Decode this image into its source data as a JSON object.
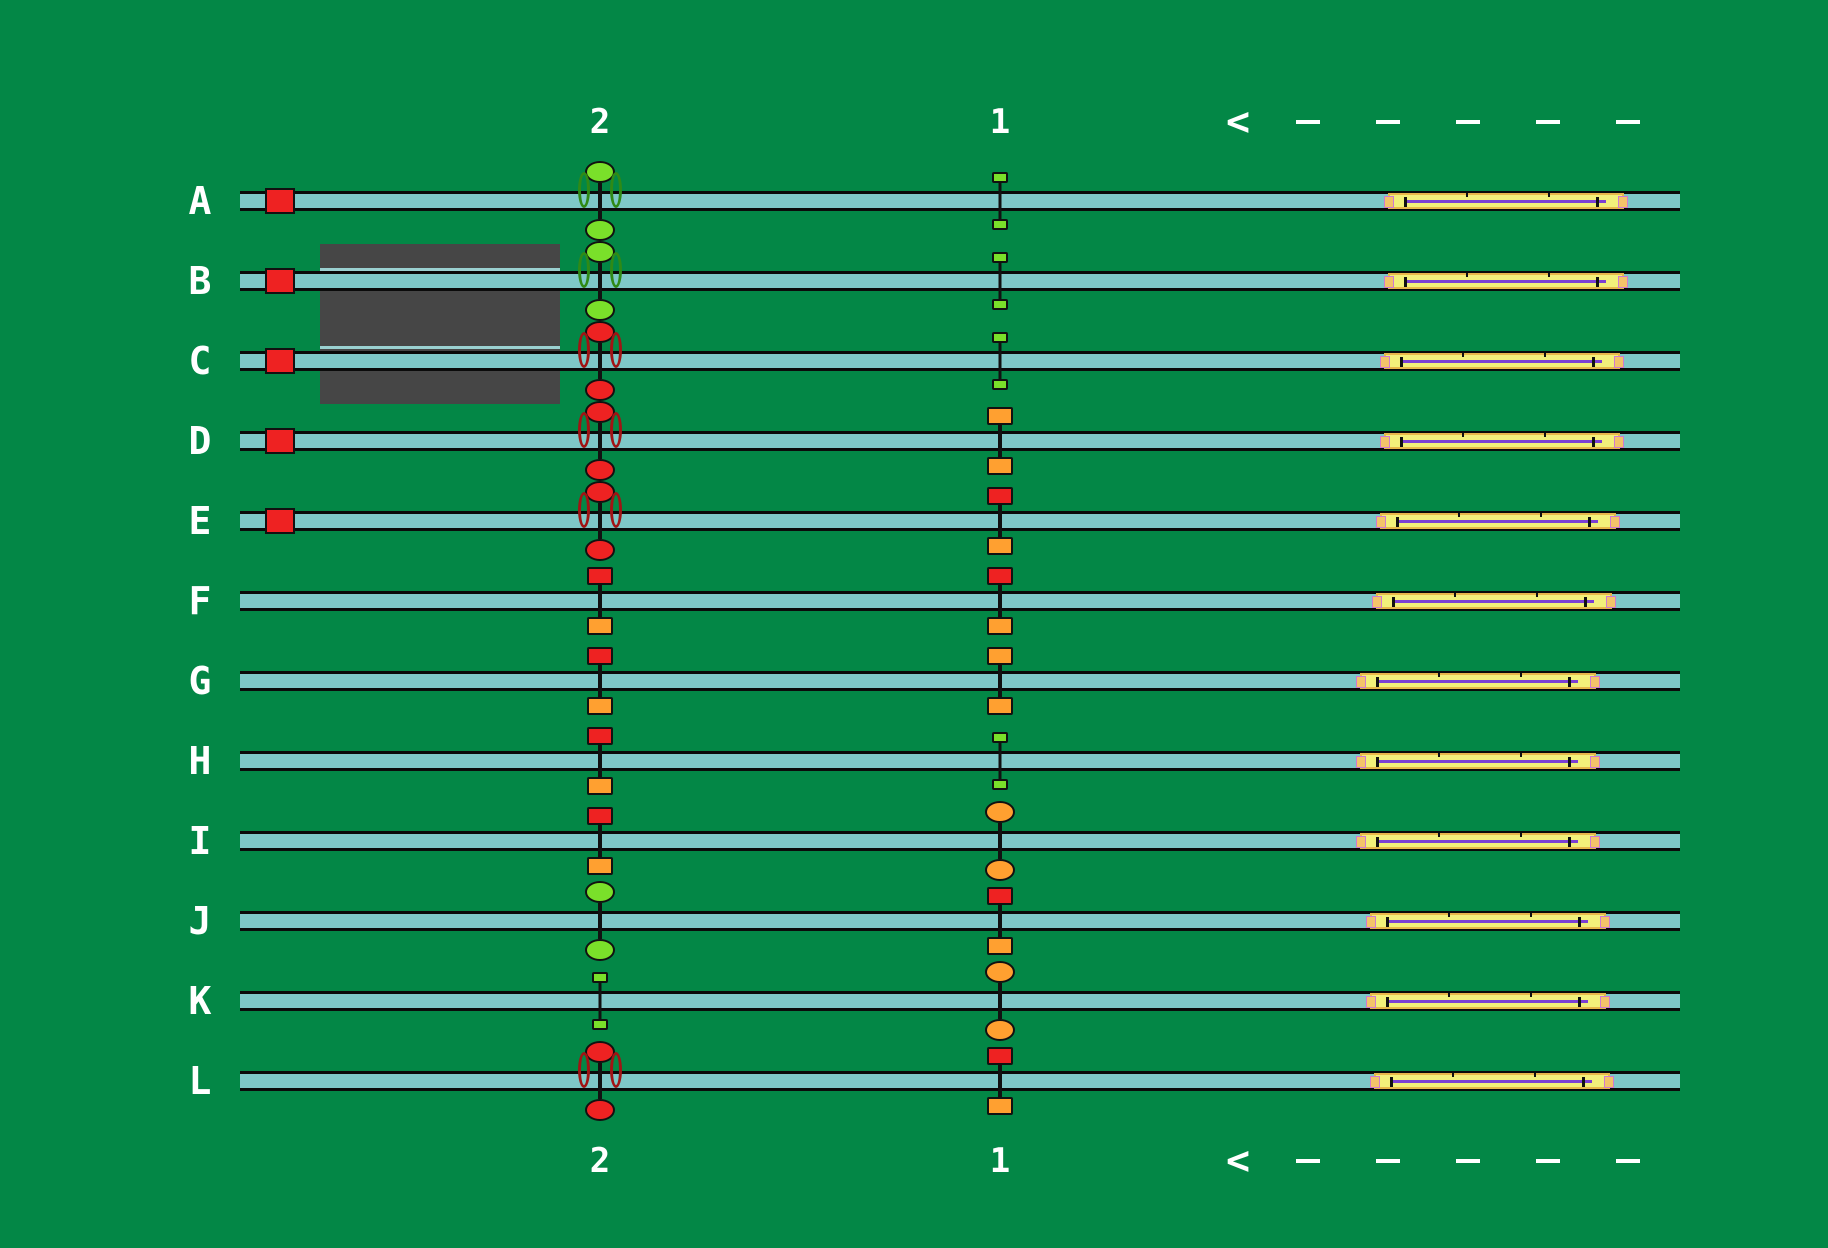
{
  "header": {
    "columns": [
      {
        "id": "col-2",
        "label": "2"
      },
      {
        "id": "col-1",
        "label": "1"
      }
    ],
    "arrow": "<"
  },
  "footer": {
    "columns": [
      {
        "id": "col-2",
        "label": "2"
      },
      {
        "id": "col-1",
        "label": "1"
      }
    ],
    "arrow": "<"
  },
  "colors": {
    "background": "#038746",
    "track": "#7ec8c8",
    "red": "#ee2222",
    "orange": "#ffa030",
    "green": "#7ae02a",
    "train": "#f2f07a",
    "train_stripe": "#7b3fd4",
    "platform": "#464646"
  },
  "rows": [
    {
      "label": "A",
      "stop_marker": true,
      "sig2": {
        "style": "round-double",
        "upper": "green",
        "lower": "green"
      },
      "sig1": {
        "style": "small",
        "upper": "green",
        "lower": "green"
      }
    },
    {
      "label": "B",
      "stop_marker": true,
      "sig2": {
        "style": "round-double",
        "upper": "green",
        "lower": "green"
      },
      "sig1": {
        "style": "small",
        "upper": "green",
        "lower": "green"
      }
    },
    {
      "label": "C",
      "stop_marker": true,
      "sig2": {
        "style": "round-double",
        "upper": "red",
        "lower": "red"
      },
      "sig1": {
        "style": "small",
        "upper": "green",
        "lower": "green"
      }
    },
    {
      "label": "D",
      "stop_marker": true,
      "sig2": {
        "style": "round-double",
        "upper": "red",
        "lower": "red"
      },
      "sig1": {
        "style": "square",
        "upper": "orange",
        "lower": "orange"
      }
    },
    {
      "label": "E",
      "stop_marker": true,
      "sig2": {
        "style": "round-double",
        "upper": "red",
        "lower": "red"
      },
      "sig1": {
        "style": "square",
        "upper": "red",
        "lower": "orange"
      }
    },
    {
      "label": "F",
      "stop_marker": false,
      "sig2": {
        "style": "square",
        "upper": "red",
        "lower": "orange"
      },
      "sig1": {
        "style": "square",
        "upper": "red",
        "lower": "orange"
      }
    },
    {
      "label": "G",
      "stop_marker": false,
      "sig2": {
        "style": "square",
        "upper": "red",
        "lower": "orange"
      },
      "sig1": {
        "style": "square",
        "upper": "orange",
        "lower": "orange"
      }
    },
    {
      "label": "H",
      "stop_marker": false,
      "sig2": {
        "style": "square",
        "upper": "red",
        "lower": "orange"
      },
      "sig1": {
        "style": "small",
        "upper": "green",
        "lower": "green"
      }
    },
    {
      "label": "I",
      "stop_marker": false,
      "sig2": {
        "style": "square",
        "upper": "red",
        "lower": "orange"
      },
      "sig1": {
        "style": "round",
        "upper": "orange",
        "lower": "orange"
      }
    },
    {
      "label": "J",
      "stop_marker": false,
      "sig2": {
        "style": "round",
        "upper": "green",
        "lower": "green"
      },
      "sig1": {
        "style": "square",
        "upper": "red",
        "lower": "orange"
      }
    },
    {
      "label": "K",
      "stop_marker": false,
      "sig2": {
        "style": "small",
        "upper": "green",
        "lower": "green"
      },
      "sig1": {
        "style": "round",
        "upper": "orange",
        "lower": "orange"
      }
    },
    {
      "label": "L",
      "stop_marker": false,
      "sig2": {
        "style": "round-double",
        "upper": "red",
        "lower": "red"
      },
      "sig1": {
        "style": "square",
        "upper": "red",
        "lower": "orange"
      }
    }
  ]
}
